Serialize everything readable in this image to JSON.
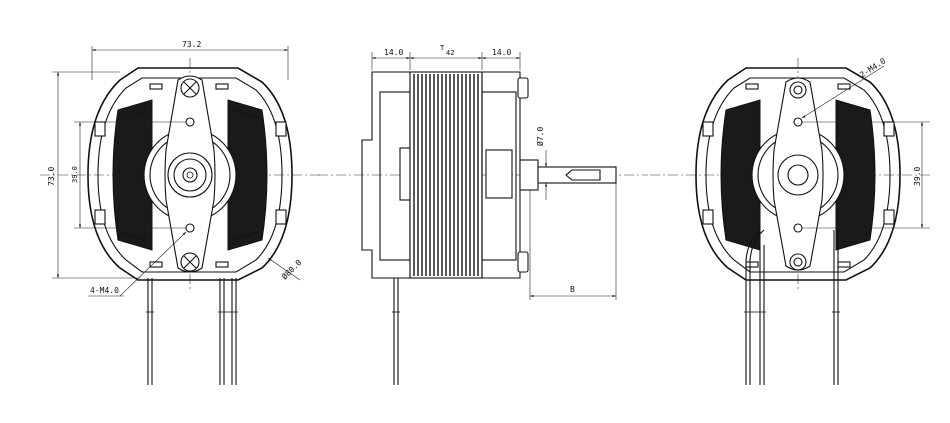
{
  "views": {
    "front": {
      "dims": {
        "width": "73.2",
        "height": "73.0",
        "inner_height": "39.0",
        "diameter": "Ø80.0",
        "holes": "4-M4.0"
      }
    },
    "side": {
      "dims": {
        "left": "14.0",
        "center_top": "T",
        "center_bottom": "42",
        "right": "14.0",
        "shaft": "Ø7.0",
        "shaft_length": "B"
      }
    },
    "back": {
      "dims": {
        "holes": "2-M4.0",
        "inner_height": "39.0"
      }
    }
  }
}
